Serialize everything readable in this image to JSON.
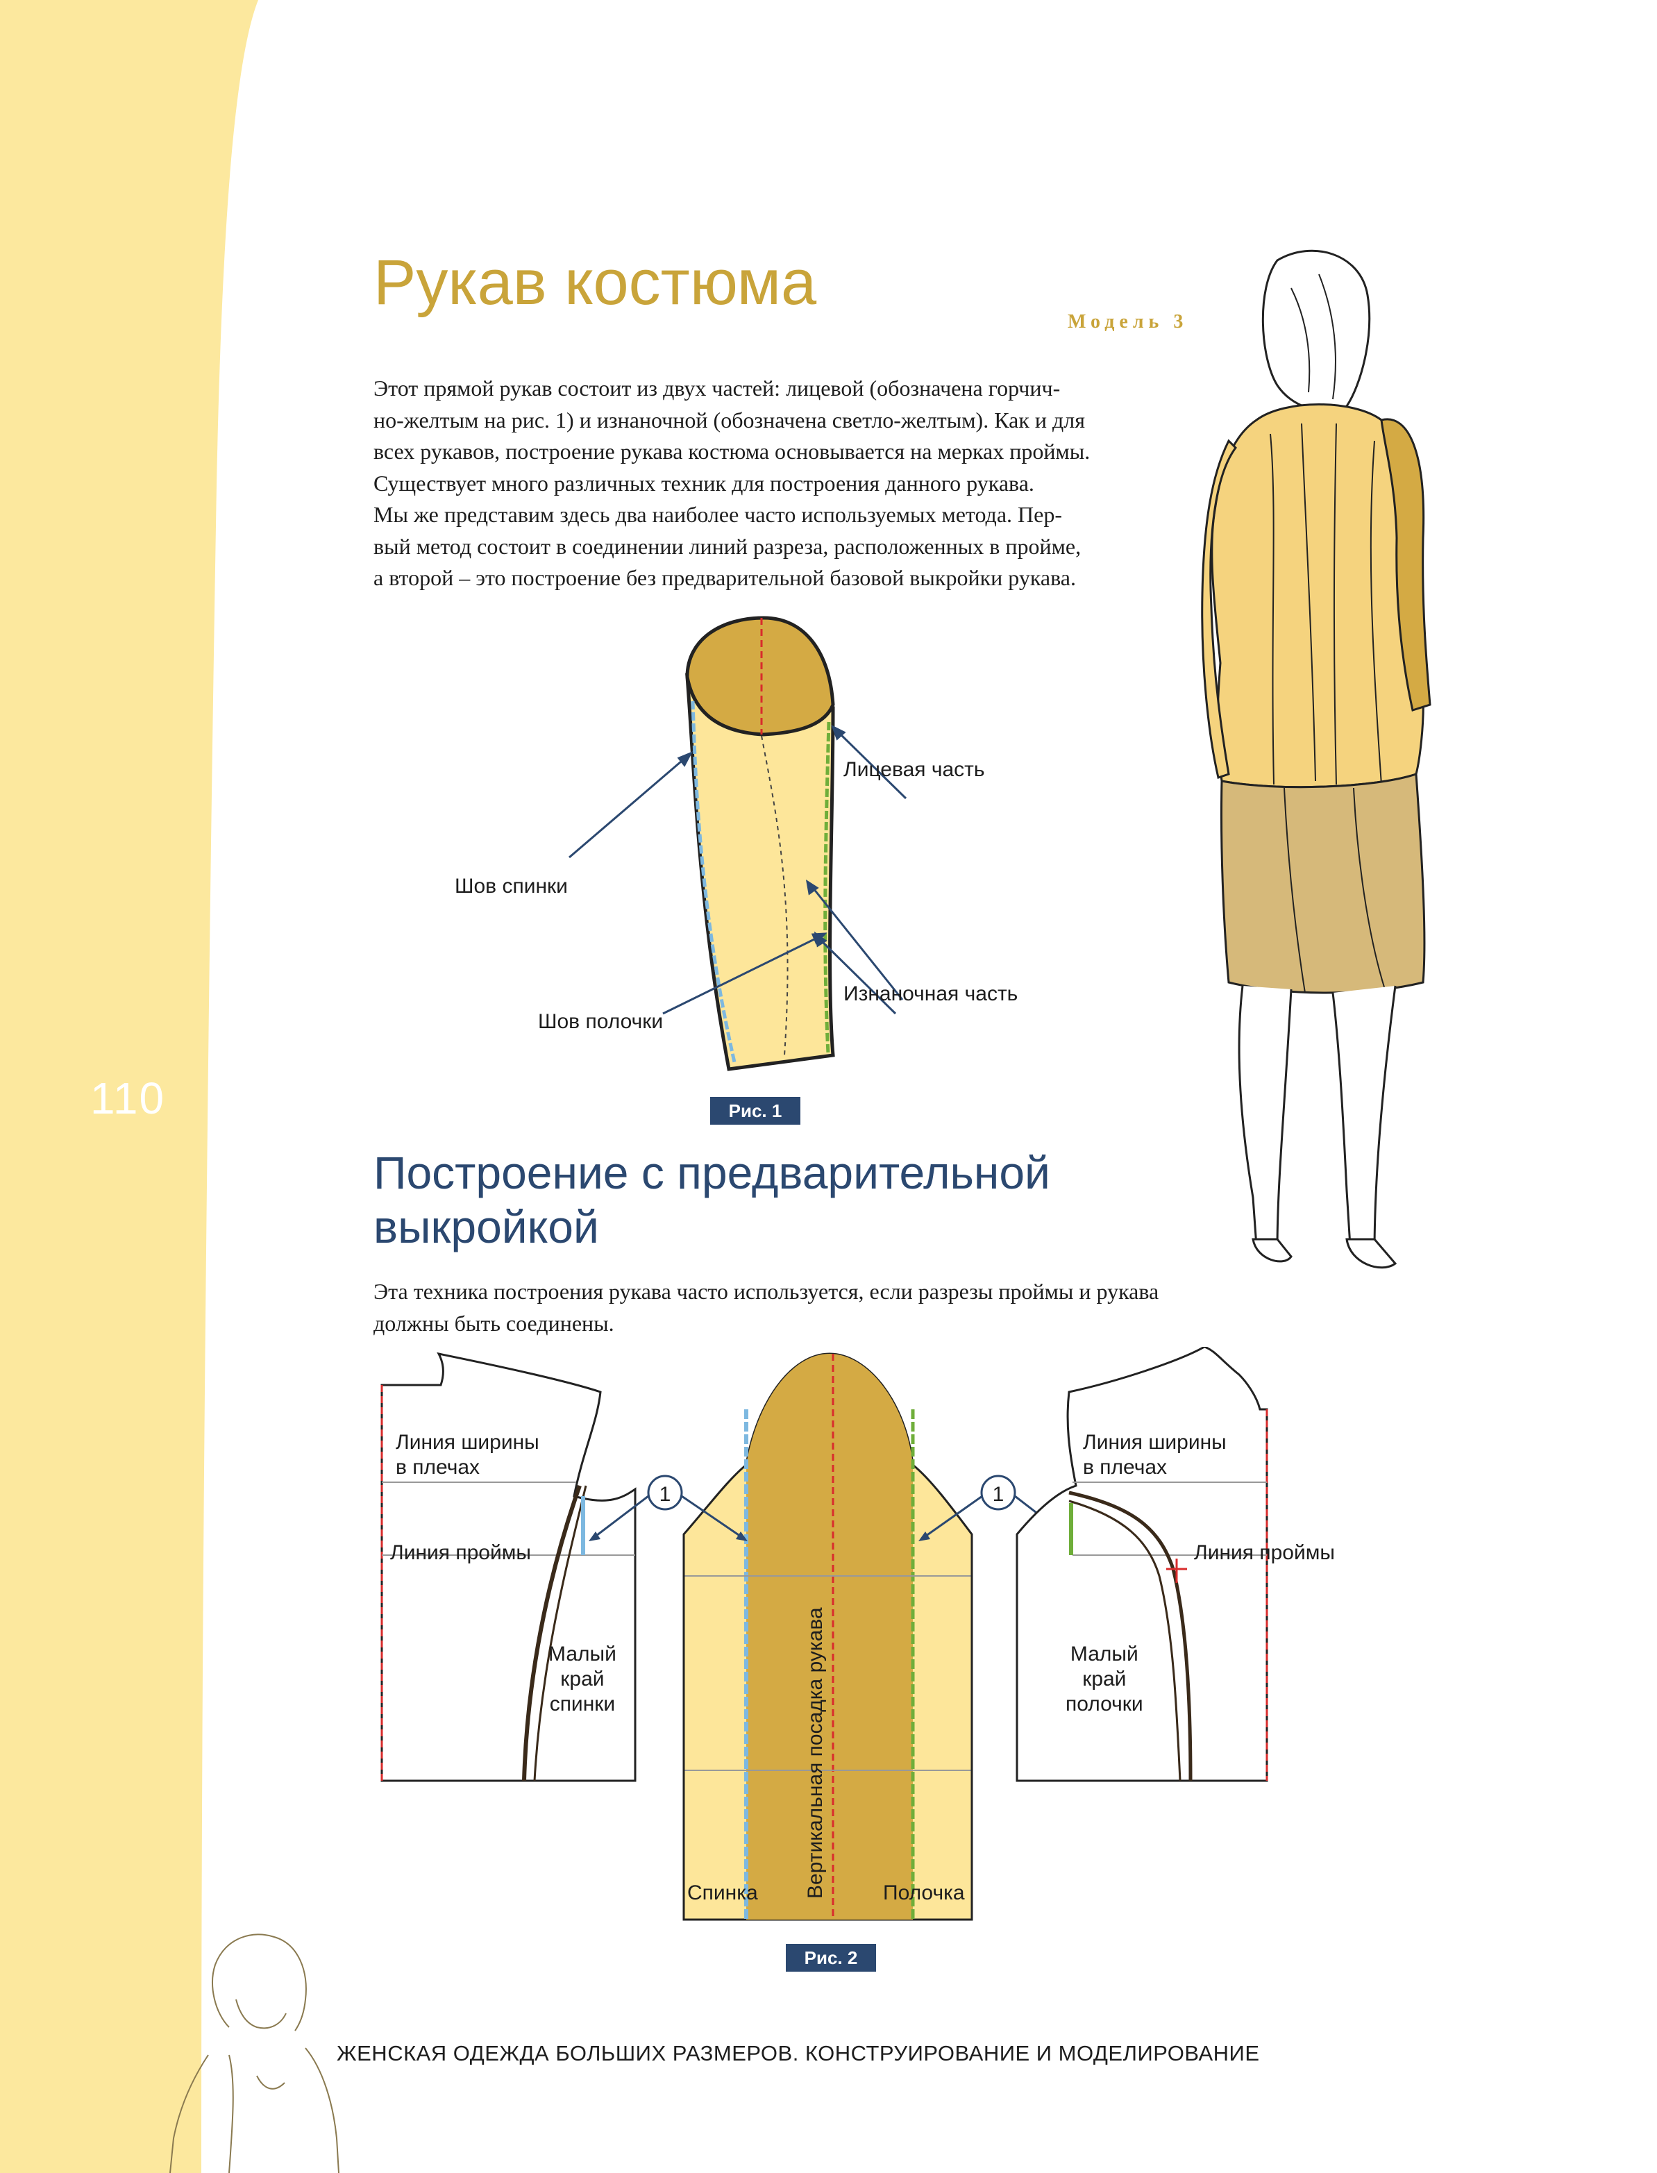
{
  "page": {
    "number": "110",
    "title": "Рукав костюма",
    "model_label": "Модель 3",
    "intro_lines": [
      "Этот прямой рукав состоит из двух частей: лицевой (обозначена горчич-",
      "но-желтым на рис. 1) и изнаночной (обозначена светло-желтым). Как и для",
      "всех рукавов, построение рукава костюма основывается на мерках проймы.",
      "Существует много различных техник для построения данного рукава.",
      "Мы же представим здесь два наиболее часто используемых метода. Пер-",
      "вый метод состоит в соединении линий разреза, расположенных в пройме,",
      "а второй – это построение без предварительной базовой выкройки рукава."
    ],
    "section_title_lines": [
      "Построение с предварительной",
      "выкройкой"
    ],
    "section_text_lines": [
      "Эта техника построения рукава часто используется, если разрезы проймы и рукава",
      "должны быть соединены."
    ],
    "footer": "ЖЕНСКАЯ ОДЕЖДА БОЛЬШИХ РАЗМЕРОВ. КОНСТРУИРОВАНИЕ И МОДЕЛИРОВАНИЕ"
  },
  "figure1": {
    "tag": "Рис. 1",
    "labels": {
      "front_part": "Лицевая часть",
      "back_seam": "Шов спинки",
      "inner_part": "Изнаночная часть",
      "front_seam": "Шов полочки"
    }
  },
  "figure2": {
    "tag": "Рис. 2",
    "marker": "1",
    "left_piece": {
      "shoulder_width_line": [
        "Линия ширины",
        "в плечах"
      ],
      "armhole_line": "Линия проймы",
      "small_edge": [
        "Малый",
        "край",
        "спинки"
      ]
    },
    "sleeve": {
      "vertical_label": "Вертикальная посадка рукава",
      "back_label": "Спинка",
      "front_label": "Полочка"
    },
    "right_piece": {
      "shoulder_width_line": [
        "Линия ширины",
        "в плечах"
      ],
      "armhole_line": "Линия проймы",
      "small_edge": [
        "Малый",
        "край",
        "полочки"
      ]
    }
  },
  "colors": {
    "sidebar": "#fce89e",
    "mustard": "#d4aa44",
    "light_yellow": "#fde69a",
    "navy": "#2b4870",
    "title_gold": "#c9a43a",
    "red_dash": "#d92c2c",
    "blue_seam": "#7db8e0",
    "green_seam": "#6fae3a"
  }
}
